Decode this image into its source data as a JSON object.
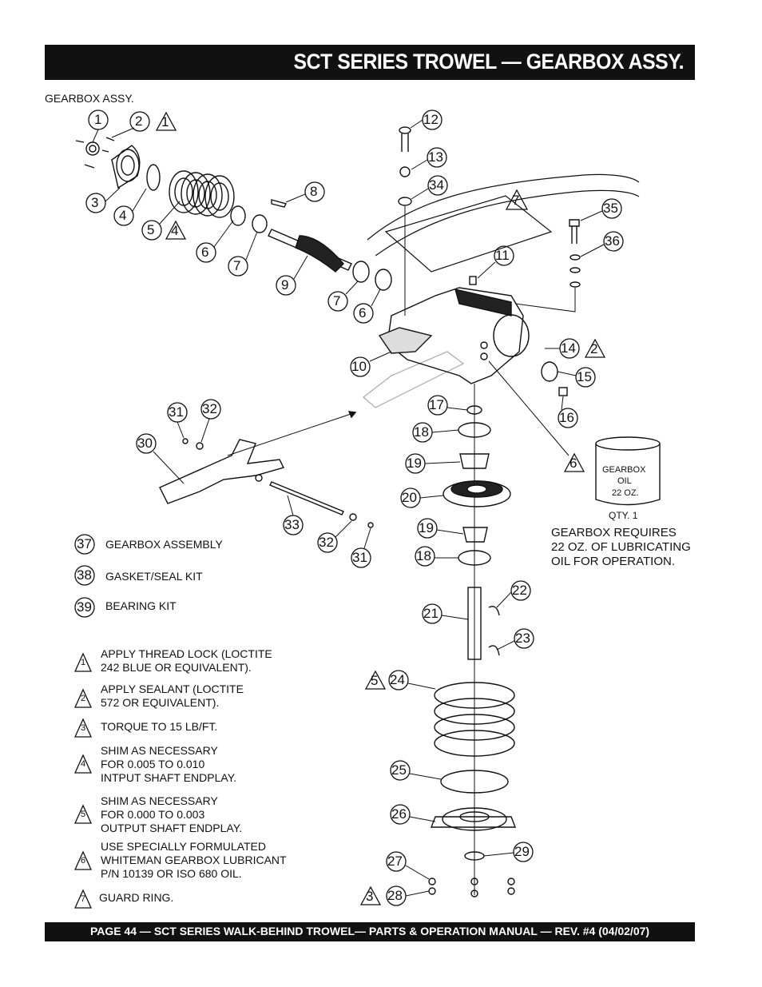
{
  "header": {
    "title": "SCT SERIES TROWEL — GEARBOX ASSY."
  },
  "subtitle": "GEARBOX ASSY.",
  "footer": {
    "text": "PAGE 44 — SCT SERIES WALK-BEHIND TROWEL— PARTS & OPERATION MANUAL — REV. #4 (04/02/07)"
  },
  "kits": [
    {
      "number": "37",
      "label": "GEARBOX ASSEMBLY"
    },
    {
      "number": "38",
      "label": "GASKET/SEAL KIT"
    },
    {
      "number": "39",
      "label": "BEARING KIT"
    }
  ],
  "notes": [
    {
      "number": "1",
      "text": "APPLY THREAD LOCK (LOCTITE\n242 BLUE OR EQUIVALENT)."
    },
    {
      "number": "2",
      "text": "APPLY SEALANT (LOCTITE\n572 OR EQUIVALENT)."
    },
    {
      "number": "3",
      "text": "TORQUE TO 15 LB/FT."
    },
    {
      "number": "4",
      "text": "SHIM AS NECESSARY\nFOR 0.005 TO 0.010\nINTPUT SHAFT ENDPLAY."
    },
    {
      "number": "5",
      "text": "SHIM AS NECESSARY\nFOR 0.000 TO 0.003\nOUTPUT SHAFT ENDPLAY."
    },
    {
      "number": "6",
      "text": "USE SPECIALLY FORMULATED\nWHITEMAN GEARBOX LUBRICANT\nP/N 10139 OR ISO 680 OIL."
    },
    {
      "number": "7",
      "text": "GUARD RING."
    }
  ],
  "oil_can": {
    "label_line1": "GEARBOX",
    "label_line2": "OIL",
    "label_line3": "22 OZ.",
    "qty": "QTY. 1"
  },
  "oil_note": "GEARBOX REQUIRES\n22 OZ. OF LUBRICATING\nOIL FOR OPERATION.",
  "callouts": {
    "c1": "1",
    "c2": "2",
    "c3": "3",
    "c4": "4",
    "c5": "5",
    "c6a": "6",
    "c6b": "6",
    "c7a": "7",
    "c7b": "7",
    "c8": "8",
    "c9": "9",
    "c10": "10",
    "c11": "11",
    "c12": "12",
    "c13": "13",
    "c14": "14",
    "c15": "15",
    "c16": "16",
    "c17": "17",
    "c18a": "18",
    "c18b": "18",
    "c19a": "19",
    "c19b": "19",
    "c20": "20",
    "c21": "21",
    "c22": "22",
    "c23": "23",
    "c24": "24",
    "c25": "25",
    "c26": "26",
    "c27": "27",
    "c28": "28",
    "c29": "29",
    "c30": "30",
    "c31a": "31",
    "c31b": "31",
    "c32a": "32",
    "c32b": "32",
    "c33": "33",
    "c34": "34",
    "c35": "35",
    "c36": "36"
  },
  "triangles": {
    "t1": "1",
    "t4": "4",
    "t7": "7",
    "t2": "2",
    "t6": "6",
    "t5": "5",
    "t3": "3"
  }
}
